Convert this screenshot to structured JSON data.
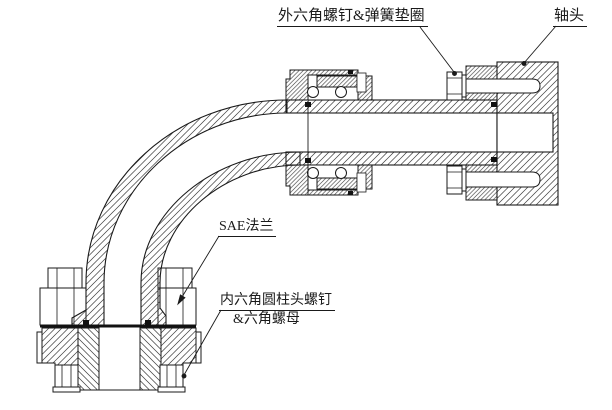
{
  "drawing": {
    "kind": "engineering-section-view",
    "subject": "90-degree swivel elbow joint assembly",
    "background": "#ffffff",
    "line_color": "#1a1a1a"
  },
  "labels": {
    "bolt_washer": "外六角螺钉&弹簧垫圈",
    "shaft_head": "轴头",
    "sae_flange": "SAE法兰",
    "cap_screw": "内六角圆柱头螺钉",
    "hex_nut": "&六角螺母"
  },
  "parts": [
    {
      "name": "hex-bolt-and-spring-washer",
      "label": "外六角螺钉&弹簧垫圈"
    },
    {
      "name": "shaft-head",
      "label": "轴头"
    },
    {
      "name": "sae-flange",
      "label": "SAE法兰"
    },
    {
      "name": "socket-head-cap-screw-and-hex-nut",
      "label": "内六角圆柱头螺钉 &六角螺母"
    }
  ]
}
